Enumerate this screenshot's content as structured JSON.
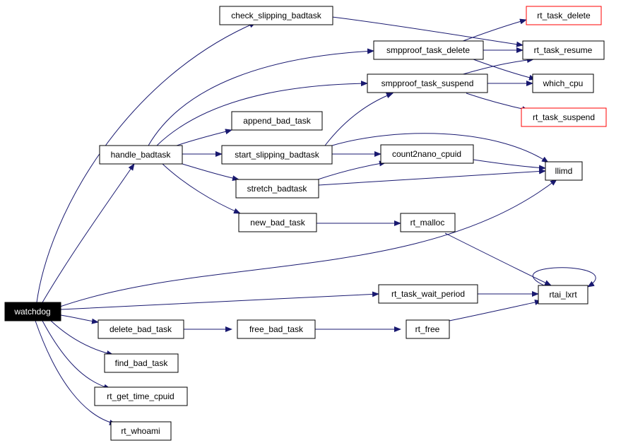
{
  "graph": {
    "edge_color": "#191970",
    "root_fill": "#000000",
    "undocumented_border": "#ff0000",
    "nodes": {
      "check_slipping_badtask": "check_slipping_badtask",
      "rt_task_delete": "rt_task_delete",
      "smpproof_task_delete": "smpproof_task_delete",
      "rt_task_resume": "rt_task_resume",
      "smpproof_task_suspend": "smpproof_task_suspend",
      "which_cpu": "which_cpu",
      "rt_task_suspend": "rt_task_suspend",
      "append_bad_task": "append_bad_task",
      "handle_badtask": "handle_badtask",
      "start_slipping_badtask": "start_slipping_badtask",
      "count2nano_cpuid": "count2nano_cpuid",
      "llimd": "llimd",
      "stretch_badtask": "stretch_badtask",
      "new_bad_task": "new_bad_task",
      "rt_malloc": "rt_malloc",
      "rt_task_wait_period": "rt_task_wait_period",
      "rtai_lxrt": "rtai_lxrt",
      "watchdog": "watchdog",
      "delete_bad_task": "delete_bad_task",
      "free_bad_task": "free_bad_task",
      "rt_free": "rt_free",
      "find_bad_task": "find_bad_task",
      "rt_get_time_cpuid": "rt_get_time_cpuid",
      "rt_whoami": "rt_whoami"
    }
  }
}
